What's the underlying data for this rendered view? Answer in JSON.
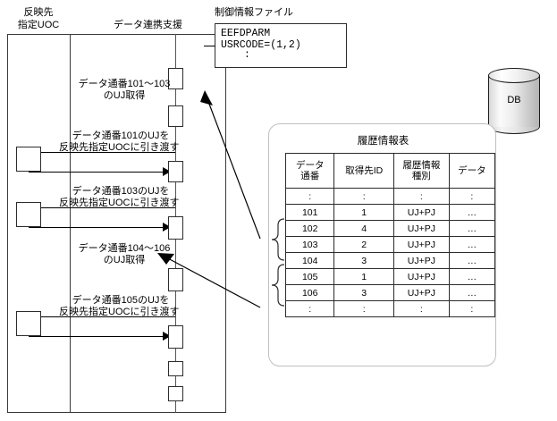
{
  "diagram": {
    "columns": {
      "left_header_line1": "反映先",
      "left_header_line2": "指定UOC",
      "right_header": "データ連携支援"
    },
    "control_file": {
      "title": "制御情報ファイル",
      "line1": "EEFDPARM",
      "line2": "USRCODE=(1,2)",
      "line3": ":"
    },
    "database": {
      "label": "DB"
    },
    "steps": [
      {
        "id": "step-1",
        "line1": "データ通番101～103",
        "line2": "のUJ取得"
      },
      {
        "id": "step-2",
        "line1": "データ通番101のUJを",
        "line2": "反映先指定UOCに引き渡す"
      },
      {
        "id": "step-3",
        "line1": "データ通番103のUJを",
        "line2": "反映先指定UOCに引き渡す"
      },
      {
        "id": "step-4",
        "line1": "データ通番104～106",
        "line2": "のUJ取得"
      },
      {
        "id": "step-5",
        "line1": "データ通番105のUJを",
        "line2": "反映先指定UOCに引き渡す"
      }
    ]
  },
  "history_table": {
    "title": "履歴情報表",
    "headers": [
      {
        "line1": "データ",
        "line2": "通番"
      },
      {
        "line1": "取得先ID",
        "line2": ""
      },
      {
        "line1": "履歴情報",
        "line2": "種別"
      },
      {
        "line1": "データ",
        "line2": ""
      }
    ],
    "rows": [
      {
        "serial": ":",
        "source_id": ":",
        "type": ":",
        "data": ":"
      },
      {
        "serial": "101",
        "source_id": "1",
        "type": "UJ+PJ",
        "data": "…"
      },
      {
        "serial": "102",
        "source_id": "4",
        "type": "UJ+PJ",
        "data": "…"
      },
      {
        "serial": "103",
        "source_id": "2",
        "type": "UJ+PJ",
        "data": "…"
      },
      {
        "serial": "104",
        "source_id": "3",
        "type": "UJ+PJ",
        "data": "…"
      },
      {
        "serial": "105",
        "source_id": "1",
        "type": "UJ+PJ",
        "data": "…"
      },
      {
        "serial": "106",
        "source_id": "3",
        "type": "UJ+PJ",
        "data": "…"
      },
      {
        "serial": ":",
        "source_id": ":",
        "type": ":",
        "data": ":"
      }
    ]
  },
  "colors": {
    "stroke": "#2c2c2c",
    "frame": "#3a3a3a",
    "card_border": "#bfbfbf",
    "text": "#000000"
  }
}
